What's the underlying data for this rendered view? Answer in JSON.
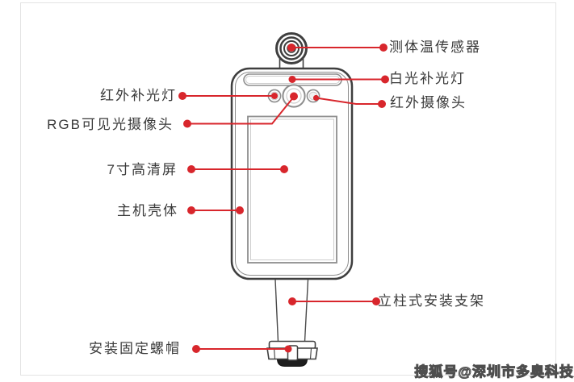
{
  "colors": {
    "accent-red": "#d8262c",
    "outline-dark": "#3f3f3f",
    "outline-mid": "#8e8e8e",
    "outline-light": "#cccccc",
    "text-dark": "#3a3a3a",
    "frame-border": "#e3e3e3",
    "base-black": "#1e1e1e"
  },
  "annotations": {
    "left": [
      {
        "id": "ir-fill-light",
        "text": "红外补光灯"
      },
      {
        "id": "rgb-camera",
        "text": "RGB可见光摄像头"
      },
      {
        "id": "hd-screen",
        "text": "7寸高清屏"
      },
      {
        "id": "housing",
        "text": "主机壳体"
      },
      {
        "id": "mount-nut",
        "text": "安装固定螺帽"
      }
    ],
    "right": [
      {
        "id": "temp-sensor",
        "text": "测体温传感器"
      },
      {
        "id": "white-fill-light",
        "text": "白光补光灯"
      },
      {
        "id": "ir-camera",
        "text": "红外摄像头"
      },
      {
        "id": "pole-bracket",
        "text": "立柱式安装支架"
      }
    ]
  },
  "watermark": {
    "text": "搜狐号@深圳市多奥科技"
  }
}
